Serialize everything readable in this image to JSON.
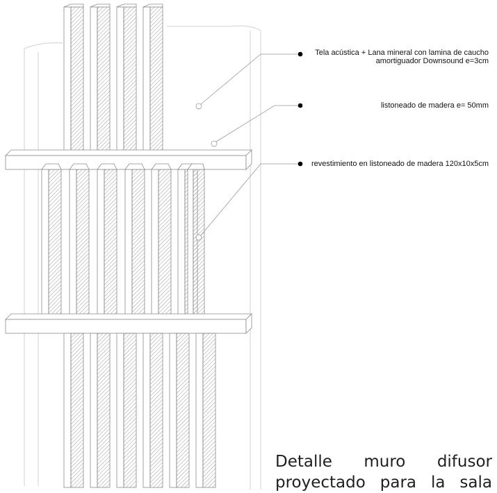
{
  "callouts": [
    {
      "line1": "Tela acústica + Lana mineral con lamina de caucho",
      "line2": "amortiguador Downsound e=3cm"
    },
    {
      "line1": "listoneado de madera e= 50mm",
      "line2": ""
    },
    {
      "line1": "revestimiento en listoneado de madera 120x10x5cm",
      "line2": ""
    }
  ],
  "caption": {
    "line1": "Detalle     muro     difusor",
    "line2": "proyectado para la sala"
  },
  "colors": {
    "line": "#8a8a8a",
    "hatch": "#9a9a9a",
    "leader": "#999999",
    "dot": "#000000"
  }
}
